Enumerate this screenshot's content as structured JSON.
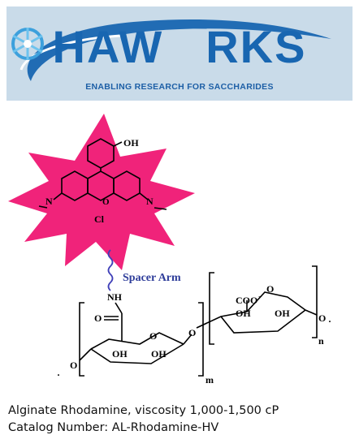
{
  "logo": {
    "name_left": "HAW",
    "name_right": "RKS",
    "tagline": "ENABLING RESEARCH FOR SACCHARIDES",
    "brand_color": "#1866b1",
    "banner_color": "#c9dbe9"
  },
  "structure": {
    "dye_color": "#f0237a",
    "counter_ion": "Cl",
    "label_oh_top": "OH",
    "label_n_left": "N",
    "label_n_right": "N",
    "label_spacer": "Spacer Arm",
    "label_nh": "NH",
    "label_o_carbonyl": "O",
    "label_coo": "COO",
    "label_oh_1": "OH",
    "label_oh_2": "OH",
    "label_oh_3": "OH",
    "label_oh_4": "OH",
    "label_m": "m",
    "label_n_sub": "n",
    "label_o_ring1": "O",
    "label_o_ring2": "O",
    "label_o_link": "O",
    "label_o_left": "O",
    "label_o_right": "O"
  },
  "caption": {
    "line1": "Alginate Rhodamine, viscosity 1,000-1,500 cP",
    "line2": "Catalog Number: AL-Rhodamine-HV"
  }
}
